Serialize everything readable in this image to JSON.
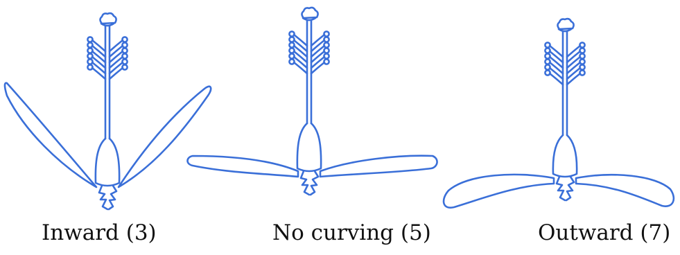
{
  "colors": {
    "stroke": "#3a6fd8",
    "text": "#111111",
    "background": "#ffffff"
  },
  "panels": [
    {
      "label": "Inward (3)",
      "curvature": "inward",
      "score": 3
    },
    {
      "label": "No curving (5)",
      "curvature": "none",
      "score": 5
    },
    {
      "label": "Outward (7)",
      "curvature": "outward",
      "score": 7
    }
  ]
}
